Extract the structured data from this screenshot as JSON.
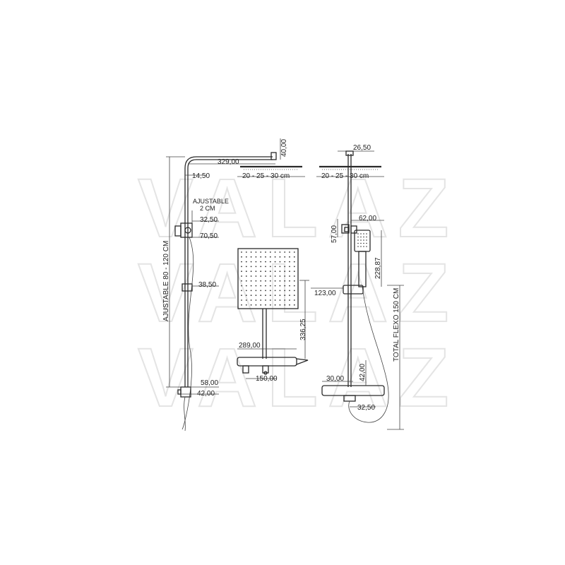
{
  "watermark": {
    "text": "VALAZ",
    "color": "#e4e4e4"
  },
  "dimensions": {
    "arm_height": "40,00",
    "arm_length": "329,00",
    "head_sizes_left": "20 - 25 - 30 cm",
    "pipe_offset": "14,50",
    "adjustable_note_1": "AJUSTABLE",
    "adjustable_note_2": "2 CM",
    "bracket_32": "32,50",
    "bracket_70": "70,50",
    "adjustable_range": "AJUSTABLE 80 - 120 CM",
    "slider_38": "38,50",
    "bottom_58": "58,00",
    "bottom_42": "42,00",
    "right_top_26": "26,50",
    "head_sizes_right": "20 - 25 - 30 cm",
    "holder_62": "62,00",
    "holder_57": "57,00",
    "hand_shower_length": "228,87",
    "slider_123": "123,00",
    "total_hose": "TOTAL FLEXO 150 CM",
    "center_height": "336,25",
    "mixer_width": "289,00",
    "mixer_centers": "150,00",
    "right_bottom_30": "30,00",
    "right_bottom_42": "42,00",
    "right_bottom_32": "32,50"
  },
  "colors": {
    "line": "#2a2a2a",
    "background": "#ffffff"
  }
}
